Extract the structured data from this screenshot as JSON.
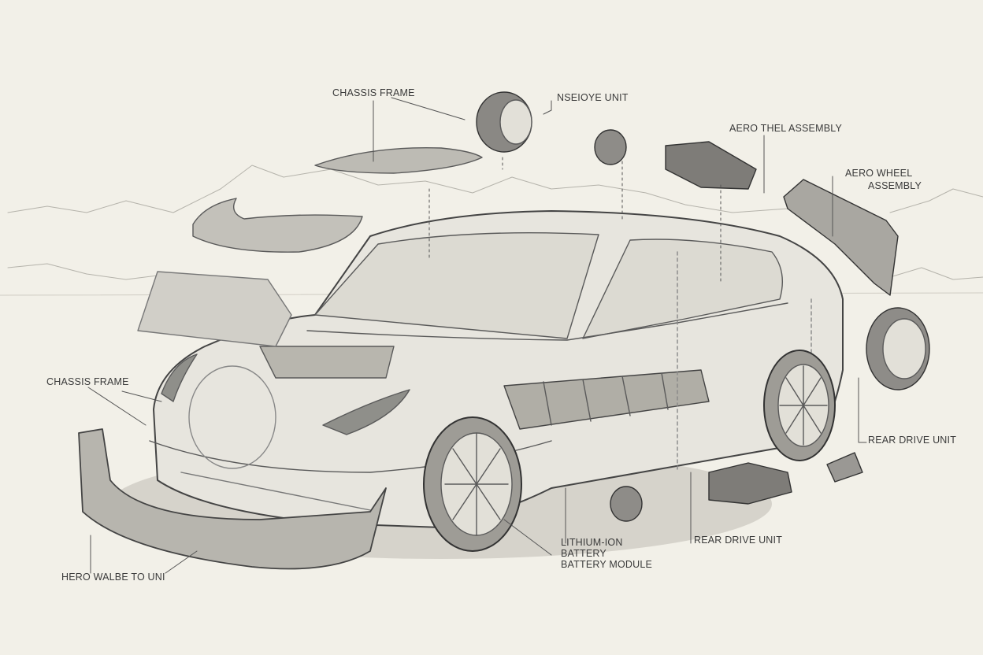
{
  "title": "Exploded view sketch of electric sedan",
  "labels": {
    "chassis_frame_top": "CHASSIS FRAME",
    "nseioye_unit": "NSEIOYE UNIT",
    "aero_thel_assembly": "AERO THEL ASSEMBLY",
    "aero_wheel_1": "AERO WHEEL",
    "aero_wheel_2": "ASSEMBLY",
    "chassis_frame_left": "CHASSIS FRAME",
    "rear_drive_unit_right": "REAR DRIVE UNIT",
    "lithium_1": "LITHIUM-ION",
    "lithium_2": "BATTERY",
    "lithium_3": "BATTERY MODULE",
    "rear_drive_unit_bottom": "REAR DRIVE UNIT",
    "hero_walbe": "HERO WALBE TO UNI"
  },
  "colors": {
    "paper": "#f2f0e8",
    "pencil": "#555555",
    "shade": "#9a9a96"
  }
}
